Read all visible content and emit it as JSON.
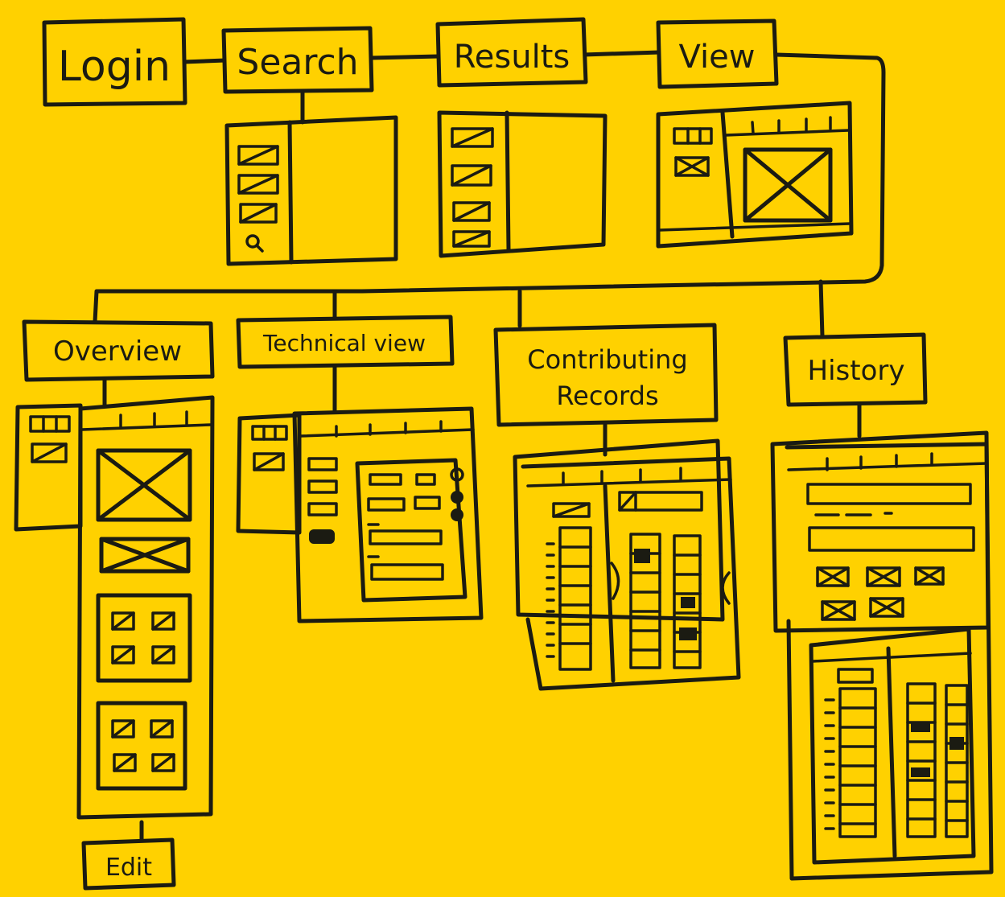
{
  "nodes": {
    "login": "Login",
    "search": "Search",
    "results": "Results",
    "view": "View",
    "overview": "Overview",
    "technical_view": "Technical view",
    "contributing_records_line1": "Contributing",
    "contributing_records_line2": "Records",
    "history": "History",
    "edit": "Edit"
  },
  "colors": {
    "background": "#FFD100",
    "ink": "#1b1b12"
  }
}
